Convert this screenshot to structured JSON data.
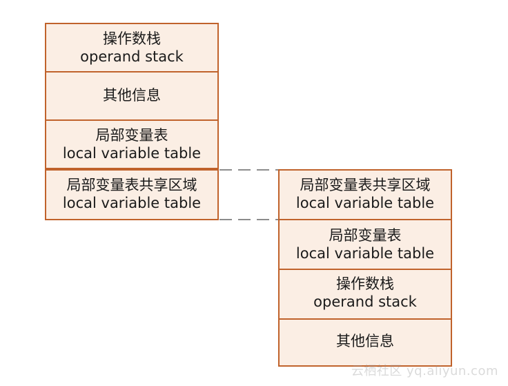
{
  "left_stack": [
    {
      "label_zh": "操作数栈",
      "label_en": "operand stack"
    },
    {
      "label_zh": "其他信息",
      "label_en": ""
    },
    {
      "label_zh": "局部变量表",
      "label_en": "local variable table"
    },
    {
      "label_zh": "局部变量表共享区域",
      "label_en": "local variable table"
    }
  ],
  "right_stack": [
    {
      "label_zh": "局部变量表共享区域",
      "label_en": "local variable table"
    },
    {
      "label_zh": "局部变量表",
      "label_en": "local variable table"
    },
    {
      "label_zh": "操作数栈",
      "label_en": "operand stack"
    },
    {
      "label_zh": "其他信息",
      "label_en": ""
    }
  ],
  "watermark": "云栖社区 yq.aliyun.com",
  "colors": {
    "cell_fill": "#fbeee4",
    "cell_border": "#c0622b",
    "connector": "#666666"
  }
}
